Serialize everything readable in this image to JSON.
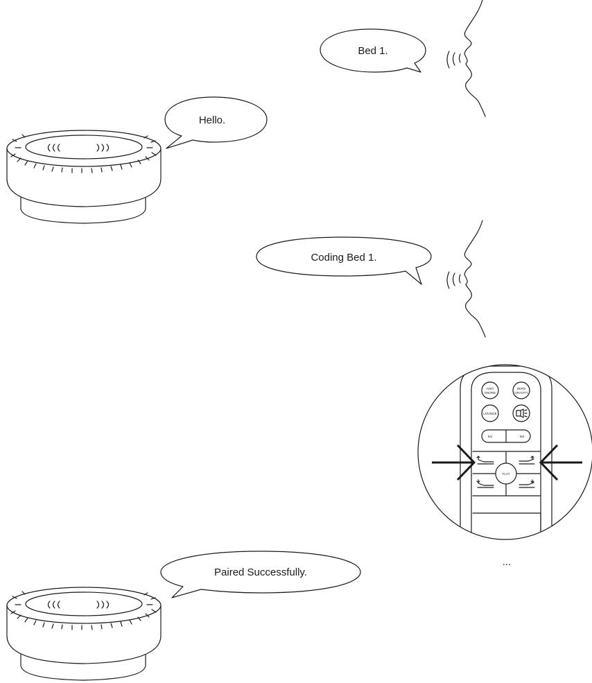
{
  "bubbles": {
    "user_bed": "Bed 1.",
    "speaker_hello": "Hello.",
    "user_coding": "Coding Bed 1.",
    "speaker_paired": "Paired Successfully."
  },
  "remote": {
    "anti_snore": [
      "ANTI",
      "SNORE"
    ],
    "zero_gravity": [
      "ZERO",
      "GRAVITY"
    ],
    "lounge": "LOUNGE",
    "m1": "M1",
    "m2": "M2",
    "flat": "FLAT"
  },
  "continuation": "...",
  "icons": [
    "speaker-icon",
    "person-speaking-icon",
    "remote-control-icon",
    "arrow-icon"
  ],
  "colors": {
    "line": "#1a1a1a",
    "background": "#ffffff"
  }
}
